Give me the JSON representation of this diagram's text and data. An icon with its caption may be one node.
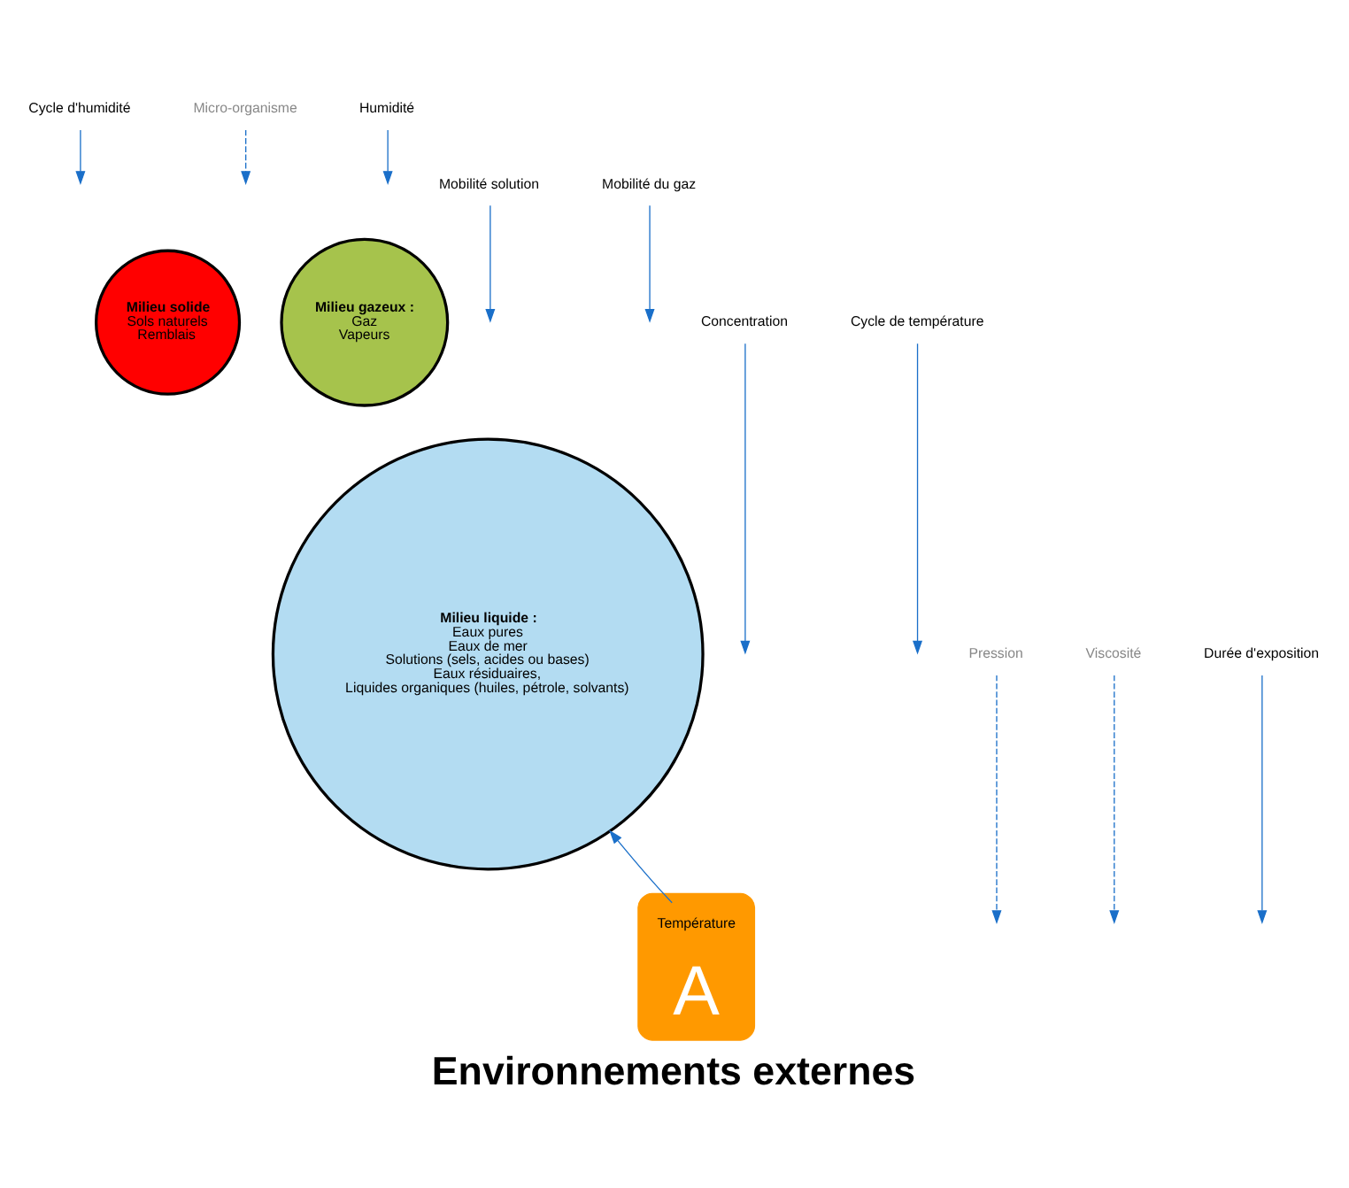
{
  "diagram": {
    "title": "Environnements externes",
    "nodes": [
      {
        "text": [
          "Milieu solide",
          "Sols naturels",
          "Remblais"
        ]
      },
      {
        "text": [
          "Milieu gazeux :",
          "Gaz",
          "Vapeurs"
        ]
      },
      {
        "text": [
          "Milieu liquide :",
          "Eaux pures",
          "Eaux de mer",
          "Solutions (sels, acides ou bases)",
          "Eaux résiduaires,",
          "Liquides organiques (huiles, pétrole, solvants)"
        ]
      },
      {
        "text": [
          "A"
        ]
      },
      {
        "text": [
          "Température"
        ],
        "in": 3
      },
      {
        "text": [
          "Cycle d'humidité"
        ]
      },
      {
        "text": [
          "Micro-organisme"
        ]
      },
      {
        "text": [
          "Humidité"
        ]
      },
      {
        "text": [
          "Mobilité solution"
        ]
      },
      {
        "text": [
          "Mobilité du gaz"
        ]
      },
      {
        "text": [
          "Concentration"
        ]
      },
      {
        "text": [
          "Cycle de température"
        ]
      },
      {
        "text": [
          "Pression"
        ]
      },
      {
        "text": [
          "Viscosité"
        ]
      },
      {
        "text": [
          "Durée d'exposition"
        ]
      }
    ],
    "edges": [
      {
        "from": 4,
        "to": 2,
        "arrow": "to"
      },
      {
        "from": 5,
        "to": null,
        "arrow": "to"
      },
      {
        "from": 6,
        "to": null,
        "arrow": "to",
        "style": "dashed"
      },
      {
        "from": 7,
        "to": null,
        "arrow": "to"
      },
      {
        "from": 8,
        "to": null,
        "arrow": "to"
      },
      {
        "from": 9,
        "to": null,
        "arrow": "to"
      },
      {
        "from": 10,
        "to": null,
        "arrow": "to"
      },
      {
        "from": 11,
        "to": null,
        "arrow": "to"
      },
      {
        "from": 12,
        "to": null,
        "arrow": "to",
        "style": "dashed"
      },
      {
        "from": 13,
        "to": null,
        "arrow": "to",
        "style": "dashed"
      },
      {
        "from": 14,
        "to": null,
        "arrow": "to"
      }
    ]
  }
}
